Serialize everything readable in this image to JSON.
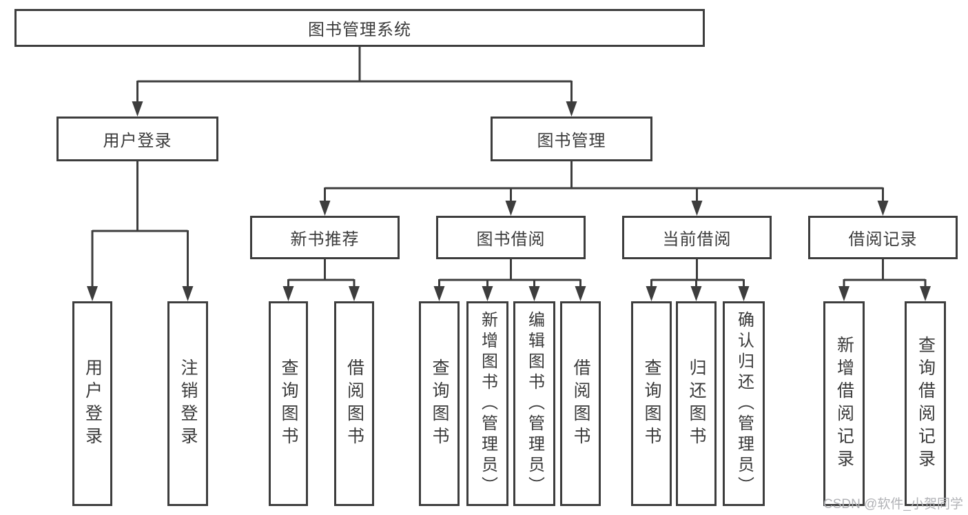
{
  "watermark": "CSDN @软件_小贺同学",
  "colors": {
    "line": "#3d3d3d",
    "text": "#3a3a3a",
    "box_bg": "#ffffff",
    "watermark_text": "#b1b2b6"
  },
  "tree": {
    "root": {
      "label": "图书管理系统"
    },
    "branches": [
      {
        "label": "用户登录",
        "children": [
          {
            "label": "用户登录"
          },
          {
            "label": "注销登录"
          }
        ]
      },
      {
        "label": "图书管理",
        "sections": [
          {
            "label": "新书推荐",
            "children": [
              {
                "label": "查询图书"
              },
              {
                "label": "借阅图书"
              }
            ]
          },
          {
            "label": "图书借阅",
            "children": [
              {
                "label": "查询图书"
              },
              {
                "label": "新增图书（管理员）"
              },
              {
                "label": "编辑图书（管理员）"
              },
              {
                "label": "借阅图书"
              }
            ]
          },
          {
            "label": "当前借阅",
            "children": [
              {
                "label": "查询图书"
              },
              {
                "label": "归还图书"
              },
              {
                "label": "确认归还（管理员）"
              }
            ]
          },
          {
            "label": "借阅记录",
            "children": [
              {
                "label": "新增借阅记录"
              },
              {
                "label": "查询借阅记录"
              }
            ]
          }
        ]
      }
    ]
  }
}
